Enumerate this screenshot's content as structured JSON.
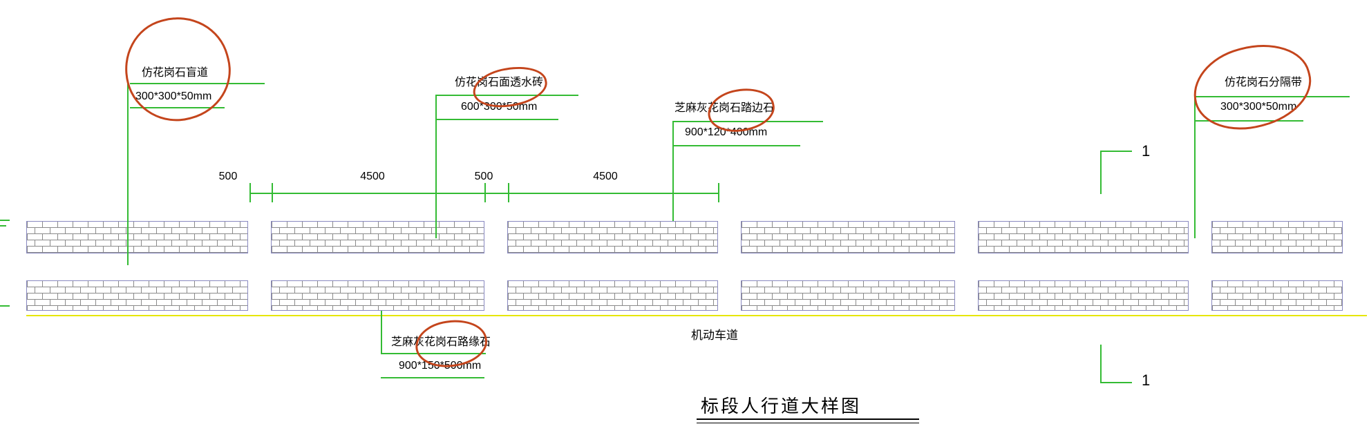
{
  "title_block": {
    "title": "标段人行道大样图"
  },
  "annotations": {
    "blind_path": {
      "name": "仿花岗石盲道",
      "size": "300*300*50mm"
    },
    "permeable_brick": {
      "name": "仿花岗石面透水砖",
      "size": "600*300*50mm"
    },
    "edge_stone": {
      "name": "芝麻灰花岗石踏边石",
      "size": "900*120*400mm"
    },
    "divider": {
      "name": "仿花岗石分隔带",
      "size": "300*300*50mm"
    },
    "curb_stone": {
      "name": "芝麻灰花岗石路缘石",
      "size": "900*150*500mm"
    },
    "road": "机动车道"
  },
  "dimensions": {
    "values": [
      "500",
      "4500",
      "500",
      "4500"
    ]
  },
  "section_markers": {
    "upper": "1",
    "lower": "1"
  },
  "colors": {
    "annotation_line": "#33bb33",
    "highlight_circle": "#c4451c",
    "road_edge_line": "#e6e600",
    "brick_hatch": "#8a8a8a",
    "panel_border": "#8888c0",
    "text": "#000000"
  }
}
